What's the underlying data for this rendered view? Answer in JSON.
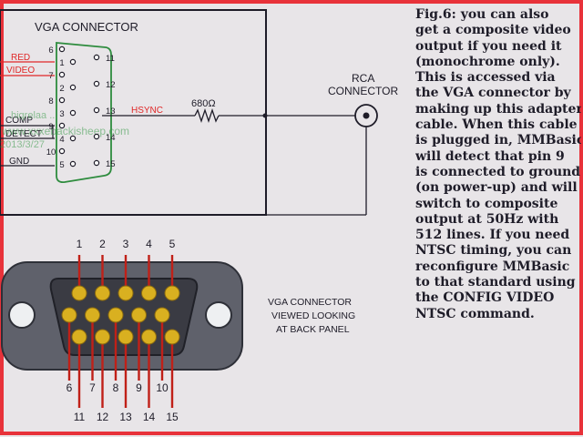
{
  "schematic": {
    "title": "VGA CONNECTOR",
    "rca_label_line1": "RCA",
    "rca_label_line2": "CONNECTOR",
    "resistor_label": "680Ω",
    "signals": {
      "red": "RED",
      "video": "VIDEO",
      "hsync": "HSYNC",
      "comp": "COMP",
      "detect": "DETECT",
      "gnd": "GND"
    },
    "pins_left": [
      "6",
      "1",
      "7",
      "2",
      "8",
      "3",
      "9",
      "4",
      "10",
      "5"
    ],
    "pins_right": [
      "11",
      "12",
      "13",
      "14",
      "15"
    ],
    "watermark_lines": [
      "hiqrelaa ...",
      "www.xxxebackisheep.com",
      "2013/3/27"
    ]
  },
  "back_view": {
    "label_line1": "VGA CONNECTOR",
    "label_line2": "VIEWED LOOKING",
    "label_line3": "AT BACK PANEL",
    "top_row_pins": [
      "1",
      "2",
      "3",
      "4",
      "5"
    ],
    "middle_row_pins": [
      "6",
      "7",
      "8",
      "9",
      "10"
    ],
    "bottom_row_pins": [
      "11",
      "12",
      "13",
      "14",
      "15"
    ]
  },
  "caption_lines": [
    "Fig.6: you can also",
    "get a composite video",
    "output if you need it",
    "(monochrome only).",
    "This is accessed via",
    "the VGA connector by",
    "making up this adapter",
    "cable. When this cable",
    "is plugged in, MMBasic",
    "will detect that pin 9",
    "is connected to ground",
    "(on power-up) and will",
    "switch to composite",
    "output at 50Hz with",
    "512 lines. If you need",
    "NTSC timing, you can",
    "reconfigure MMBasic",
    "to that standard using",
    "the CONFIG VIDEO",
    "NTSC command."
  ],
  "colors": {
    "frame": "#e8323a",
    "ink": "#1e1c28",
    "signal_red": "#e02828",
    "pin_wire": "#c02018",
    "pin_gold": "#d9b020",
    "shell": "#5a5c66",
    "connector_outline": "#2e8c3e"
  }
}
